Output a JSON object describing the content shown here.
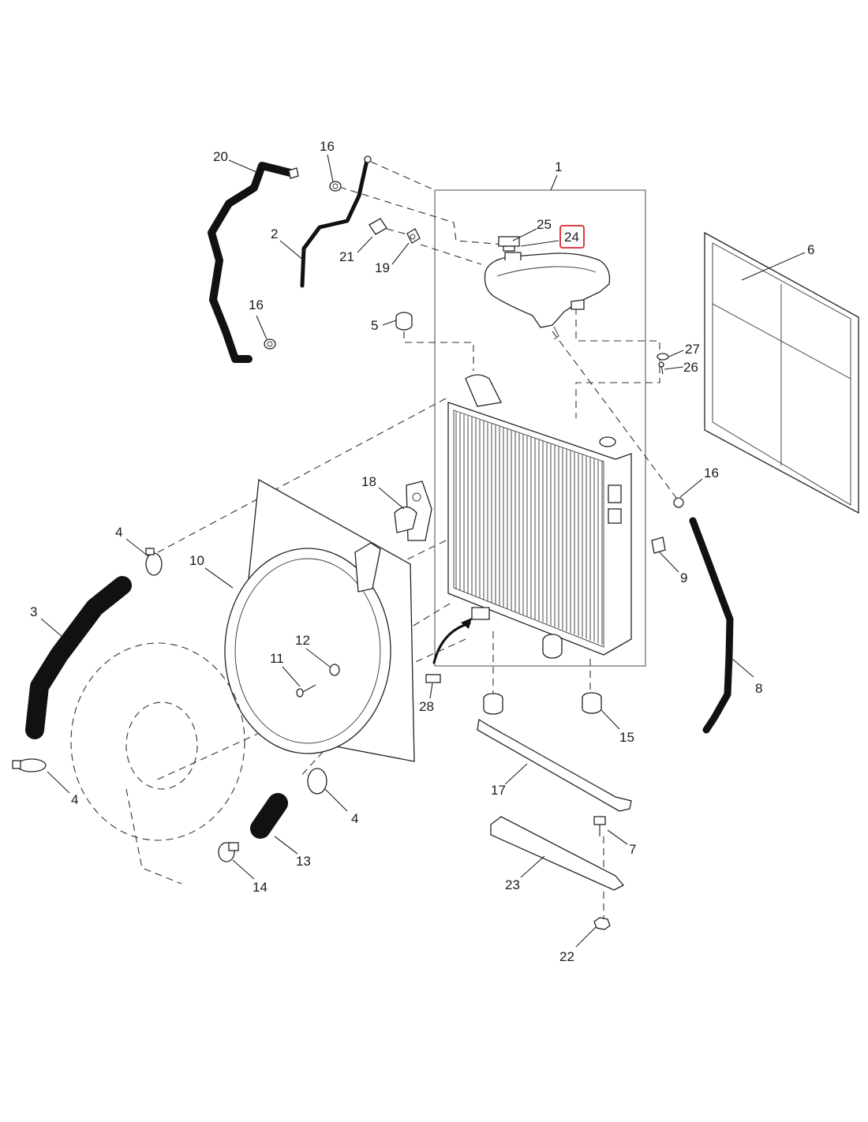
{
  "callouts": {
    "p1": "1",
    "p2": "2",
    "p3": "3",
    "p4a": "4",
    "p4b": "4",
    "p4c": "4",
    "p5": "5",
    "p6": "6",
    "p7": "7",
    "p8": "8",
    "p9": "9",
    "p10": "10",
    "p11": "11",
    "p12": "12",
    "p13": "13",
    "p14": "14",
    "p15": "15",
    "p16a": "16",
    "p16b": "16",
    "p16c": "16",
    "p17": "17",
    "p18": "18",
    "p19": "19",
    "p20": "20",
    "p21": "21",
    "p22": "22",
    "p23": "23",
    "p24": "24",
    "p25": "25",
    "p26": "26",
    "p27": "27",
    "p28": "28"
  },
  "highlight": {
    "callout": "24",
    "color": "#d9232e"
  }
}
